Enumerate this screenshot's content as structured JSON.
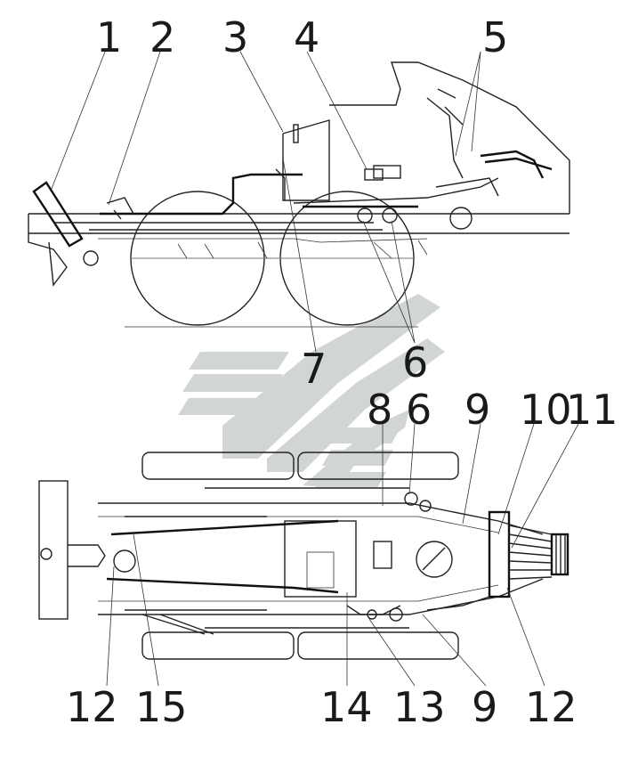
{
  "figure": {
    "callouts_top": [
      "1",
      "2",
      "3",
      "4",
      "5",
      "6",
      "7"
    ],
    "callouts_bottom": [
      "8",
      "6",
      "9",
      "10",
      "11",
      "12",
      "15",
      "14",
      "13",
      "9",
      "12"
    ]
  },
  "colors": {
    "line": "#222222",
    "watermark": "#c9cfcd",
    "background": "#ffffff"
  },
  "icons": [
    "brand-watermark-logo"
  ]
}
